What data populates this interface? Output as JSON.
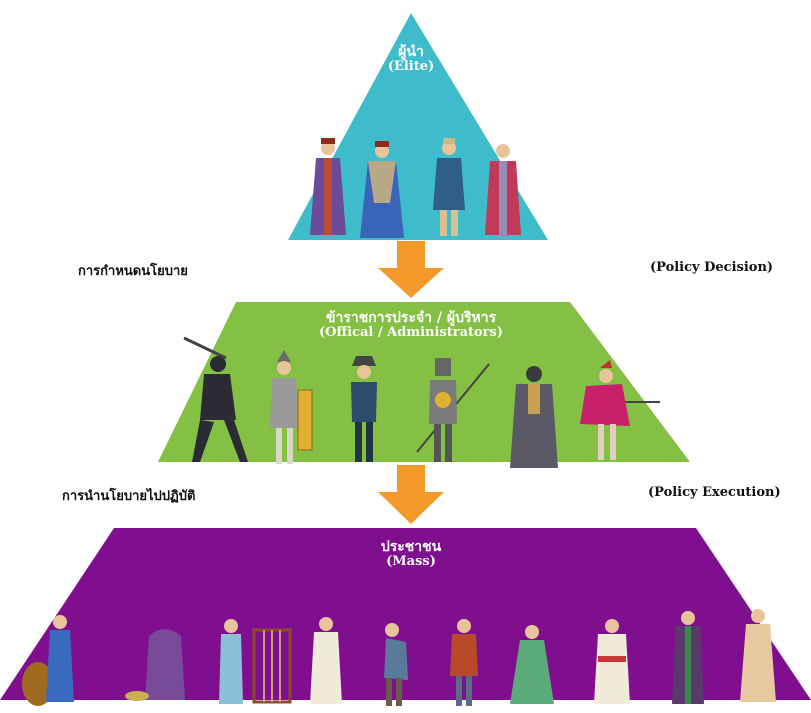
{
  "diagram": {
    "colors": {
      "elite": "#3fbccc",
      "officials": "#84c043",
      "mass": "#800f8f",
      "arrow": "#f39a2b",
      "side_text": "#111111",
      "tier_text": "#ffffff"
    },
    "elite": {
      "thai": "ผู้นำ",
      "english": "(Elite)",
      "figure_count": 4
    },
    "officials": {
      "thai": "ข้าราชการประจำ / ผู้บริหาร",
      "english": "(Offical / Administrators)",
      "figure_count": 6
    },
    "mass": {
      "thai": "ประชาชน",
      "english": "(Mass)",
      "figure_count": 11
    },
    "stage1": {
      "left_label": "การกำหนดนโยบาย",
      "right_label": "(Policy Decision)"
    },
    "stage2": {
      "left_label": "การนำนโยบายไปปฏิบัติ",
      "right_label": "(Policy Execution)"
    }
  }
}
